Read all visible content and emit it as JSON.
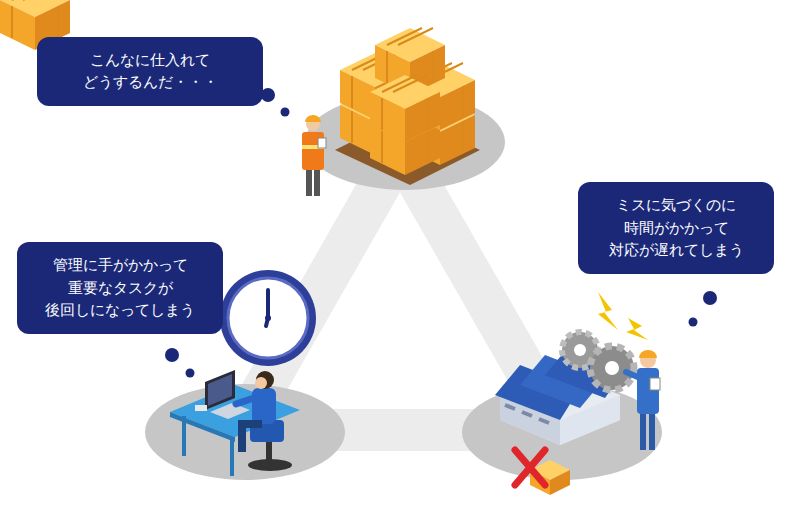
{
  "diagram": {
    "nodes": [
      {
        "text": [
          "こんなに仕入れて どうするんだ・・・"
        ]
      },
      {
        "text": [
          "管理に手がかかって 重要なタスクが 後回しになってしまう"
        ]
      },
      {
        "text": [
          "ミスに気づくのに 時間がかかって 対応が遅れてしまう"
        ]
      }
    ]
  }
}
